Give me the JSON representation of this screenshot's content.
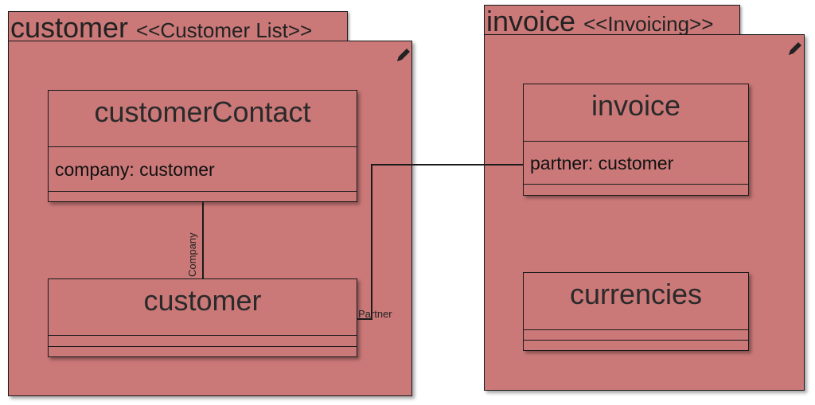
{
  "packages": {
    "customer": {
      "name": "customer",
      "stereotype": "<<Customer List>>"
    },
    "invoice": {
      "name": "invoice",
      "stereotype": "<<Invoicing>>"
    }
  },
  "classes": {
    "customerContact": {
      "name": "customerContact",
      "attribute": "company: customer"
    },
    "customer": {
      "name": "customer"
    },
    "invoice": {
      "name": "invoice",
      "attribute": "partner: customer"
    },
    "currencies": {
      "name": "currencies"
    }
  },
  "associations": {
    "company_label": "Company",
    "partner_label": "Partner"
  },
  "icons": {
    "edit": "pencil-icon"
  },
  "colors": {
    "fill": "#cb7878",
    "stroke": "#1a1a1a"
  }
}
